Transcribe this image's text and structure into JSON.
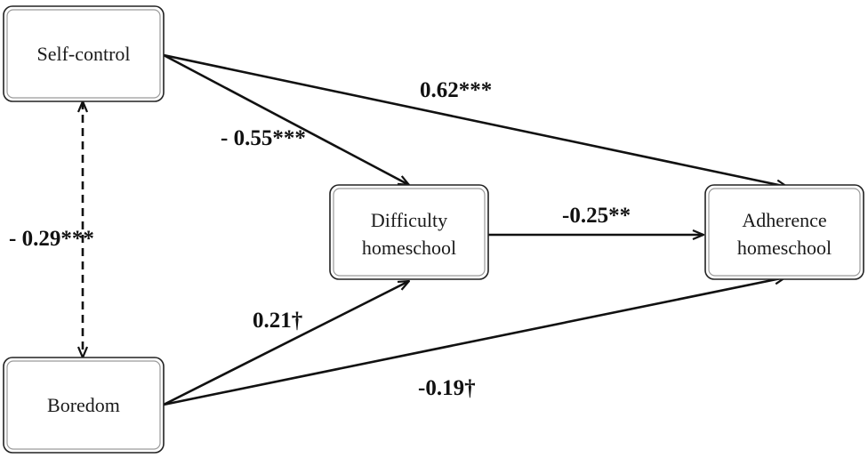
{
  "nodes": {
    "self_control": {
      "label": "Self-control"
    },
    "boredom": {
      "label": "Boredom"
    },
    "difficulty": {
      "line1": "Difficulty",
      "line2": "homeschool"
    },
    "adherence": {
      "line1": "Adherence",
      "line2": "homeschool"
    }
  },
  "paths": {
    "self_control_to_adherence": "0.62***",
    "self_control_to_difficulty": "- 0.55***",
    "difficulty_to_adherence": "-0.25**",
    "self_control_boredom_correlation": "- 0.29***",
    "boredom_to_difficulty": "0.21†",
    "boredom_to_adherence": "-0.19†"
  },
  "colors": {
    "stroke": "#111111",
    "box_inner": "#9a9a9a"
  }
}
